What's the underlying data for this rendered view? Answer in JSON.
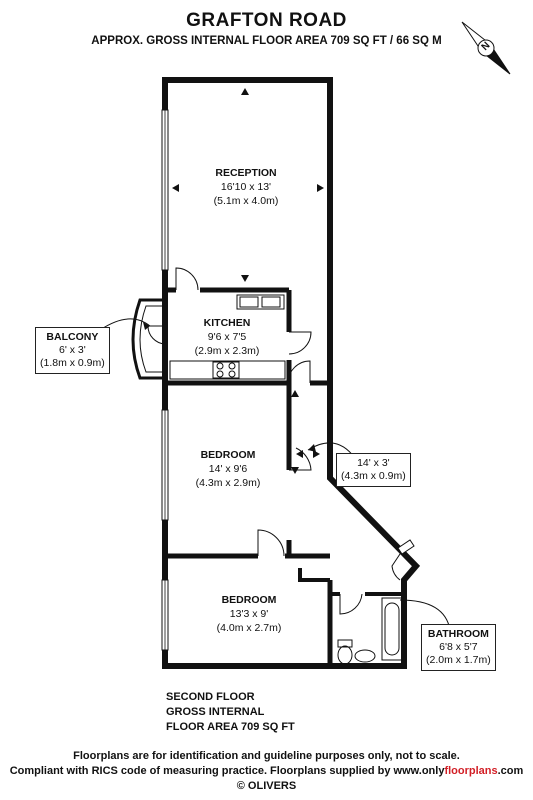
{
  "header": {
    "title": "GRAFTON ROAD",
    "subtitle": "APPROX. GROSS INTERNAL FLOOR AREA 709 SQ FT / 66 SQ M"
  },
  "compass": {
    "label": "N"
  },
  "rooms": {
    "reception": {
      "name": "RECEPTION",
      "imperial": "16'10 x 13'",
      "metric": "(5.1m x 4.0m)"
    },
    "kitchen": {
      "name": "KITCHEN",
      "imperial": "9'6 x 7'5",
      "metric": "(2.9m x 2.3m)"
    },
    "bedroom1": {
      "name": "BEDROOM",
      "imperial": "14' x 9'6",
      "metric": "(4.3m x 2.9m)"
    },
    "bedroom2": {
      "name": "BEDROOM",
      "imperial": "13'3 x 9'",
      "metric": "(4.0m x 2.7m)"
    },
    "balcony": {
      "name": "BALCONY",
      "imperial": "6' x 3'",
      "metric": "(1.8m x 0.9m)"
    },
    "hall": {
      "imperial": "14' x 3'",
      "metric": "(4.3m x 0.9m)"
    },
    "bathroom": {
      "name": "BATHROOM",
      "imperial": "6'8 x 5'7",
      "metric": "(2.0m x 1.7m)"
    }
  },
  "floor_info": {
    "line1": "SECOND FLOOR",
    "line2": "GROSS INTERNAL",
    "line3": "FLOOR AREA 709 SQ FT"
  },
  "footer": {
    "line1": "Floorplans are for identification and guideline purposes only, not to scale.",
    "line2_prefix": "Compliant with RICS code of measuring practice.  Floorplans supplied by www.only",
    "line2_brand": "floorplans",
    "line2_suffix": ".com",
    "copyright": "© OLIVERS"
  },
  "colors": {
    "wall": "#111111",
    "brand": "#d21f26"
  }
}
